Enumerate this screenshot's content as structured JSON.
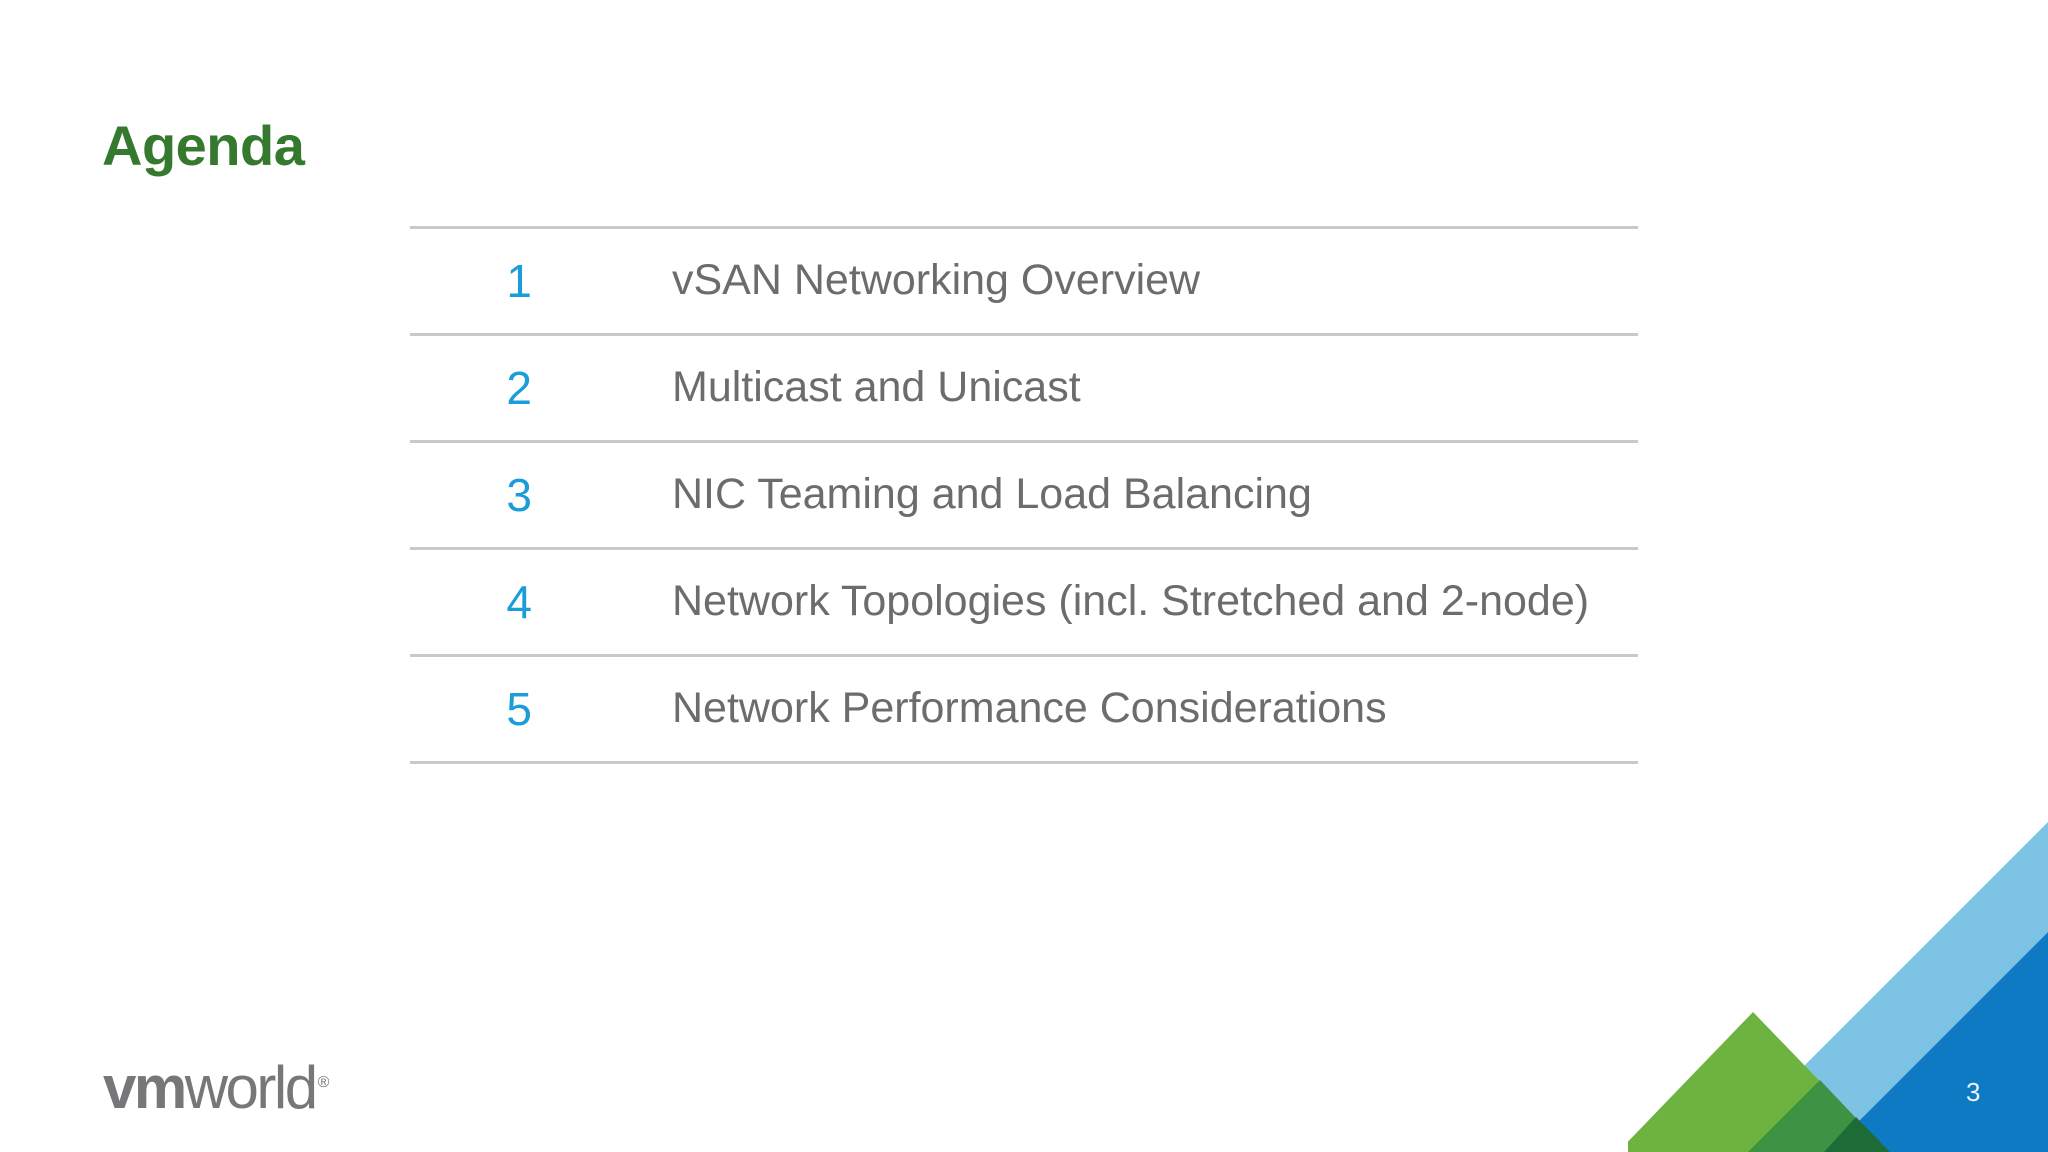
{
  "slide": {
    "title": "Agenda",
    "page_number": "3",
    "background_color": "#ffffff",
    "title_color": "#35792e",
    "number_color": "#1b9dd9",
    "label_color": "#6c6c6e",
    "rule_color": "#c9c9cd"
  },
  "agenda": {
    "items": [
      {
        "number": "1",
        "label": "vSAN Networking Overview"
      },
      {
        "number": "2",
        "label": "Multicast and Unicast"
      },
      {
        "number": "3",
        "label": "NIC Teaming and Load Balancing"
      },
      {
        "number": "4",
        "label": "Network Topologies (incl. Stretched and 2-node)"
      },
      {
        "number": "5",
        "label": "Network Performance Considerations"
      }
    ]
  },
  "branding": {
    "logo_bold": "vm",
    "logo_regular": "world",
    "logo_trademark": "®",
    "logo_color": "#77777a"
  },
  "corner_art": {
    "name": "vmworld-corner-triangles",
    "light_blue": "#7dc4e4",
    "blue": "#0e7ac4",
    "dark_blue": "#0c4e7e",
    "light_green": "#6cb33f",
    "green": "#3e9244",
    "dark_green": "#1d6b37"
  }
}
